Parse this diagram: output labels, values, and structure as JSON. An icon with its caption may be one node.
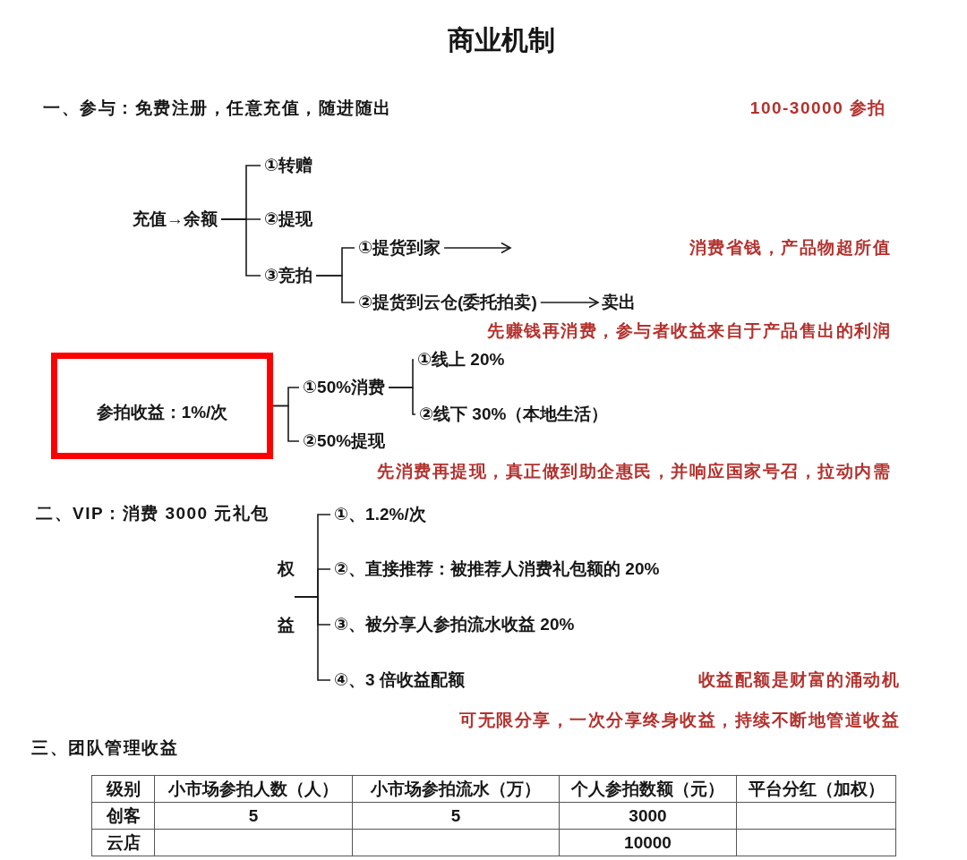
{
  "diagram": {
    "title": "商业机制",
    "nodes": [
      {
        "text": [
          "充值→余额"
        ]
      },
      {
        "text": [
          "①转赠"
        ]
      },
      {
        "text": [
          "②提现"
        ]
      },
      {
        "text": [
          "③竞拍"
        ]
      },
      {
        "text": [
          "①提货到家"
        ]
      },
      {
        "text": [
          "②提货到云仓(委托拍卖)"
        ]
      },
      {
        "text": [
          "卖出"
        ]
      },
      {
        "text": [
          "参拍收益：1%/次"
        ]
      },
      {
        "text": [
          "①50%消费"
        ]
      },
      {
        "text": [
          "②50%提现"
        ]
      },
      {
        "text": [
          "①线上 20%"
        ]
      },
      {
        "text": [
          "②线下 30%（本地生活）"
        ]
      },
      {
        "text": [
          "权益"
        ]
      },
      {
        "text": [
          "①、1.2%/次"
        ]
      },
      {
        "text": [
          "②、直接推荐：被推荐人消费礼包额的 20%"
        ]
      },
      {
        "text": [
          "③、被分享人参拍流水收益 20%"
        ]
      },
      {
        "text": [
          "④、3 倍收益配额"
        ]
      }
    ],
    "edges": [
      {
        "from": 0,
        "to": 1,
        "arrow": "none"
      },
      {
        "from": 0,
        "to": 2,
        "arrow": "none"
      },
      {
        "from": 0,
        "to": 3,
        "arrow": "none"
      },
      {
        "from": 3,
        "to": 4,
        "arrow": "none"
      },
      {
        "from": 3,
        "to": 5,
        "arrow": "none"
      },
      {
        "from": 4,
        "to": null,
        "arrow": "to"
      },
      {
        "from": 5,
        "to": 6,
        "arrow": "to"
      },
      {
        "from": 7,
        "to": 8,
        "arrow": "none"
      },
      {
        "from": 7,
        "to": 9,
        "arrow": "none"
      },
      {
        "from": 8,
        "to": 10,
        "arrow": "none"
      },
      {
        "from": 8,
        "to": 11,
        "arrow": "none"
      },
      {
        "from": 12,
        "to": 13,
        "arrow": "none"
      },
      {
        "from": 12,
        "to": 14,
        "arrow": "none"
      },
      {
        "from": 12,
        "to": 15,
        "arrow": "none"
      },
      {
        "from": 12,
        "to": 16,
        "arrow": "none"
      }
    ],
    "labels": [
      "一、参与：免费注册，任意充值，随进随出",
      "100-30000 参拍",
      "消费省钱，产品物超所值",
      "先赚钱再消费，参与者收益来自于产品售出的利润",
      "先消费再提现，真正做到助企惠民，并响应国家号召，拉动内需",
      "二、VIP：消费 3000 元礼包",
      "收益配额是财富的涌动机",
      "可无限分享，一次分享终身收益，持续不断地管道收益",
      "三、团队管理收益",
      "级别",
      "小市场参拍人数（人）",
      "小市场参拍流水（万）",
      "个人参拍数额（元）",
      "平台分红（加权）",
      "创客",
      "5",
      "5",
      "3000",
      "云店",
      "10000"
    ]
  }
}
